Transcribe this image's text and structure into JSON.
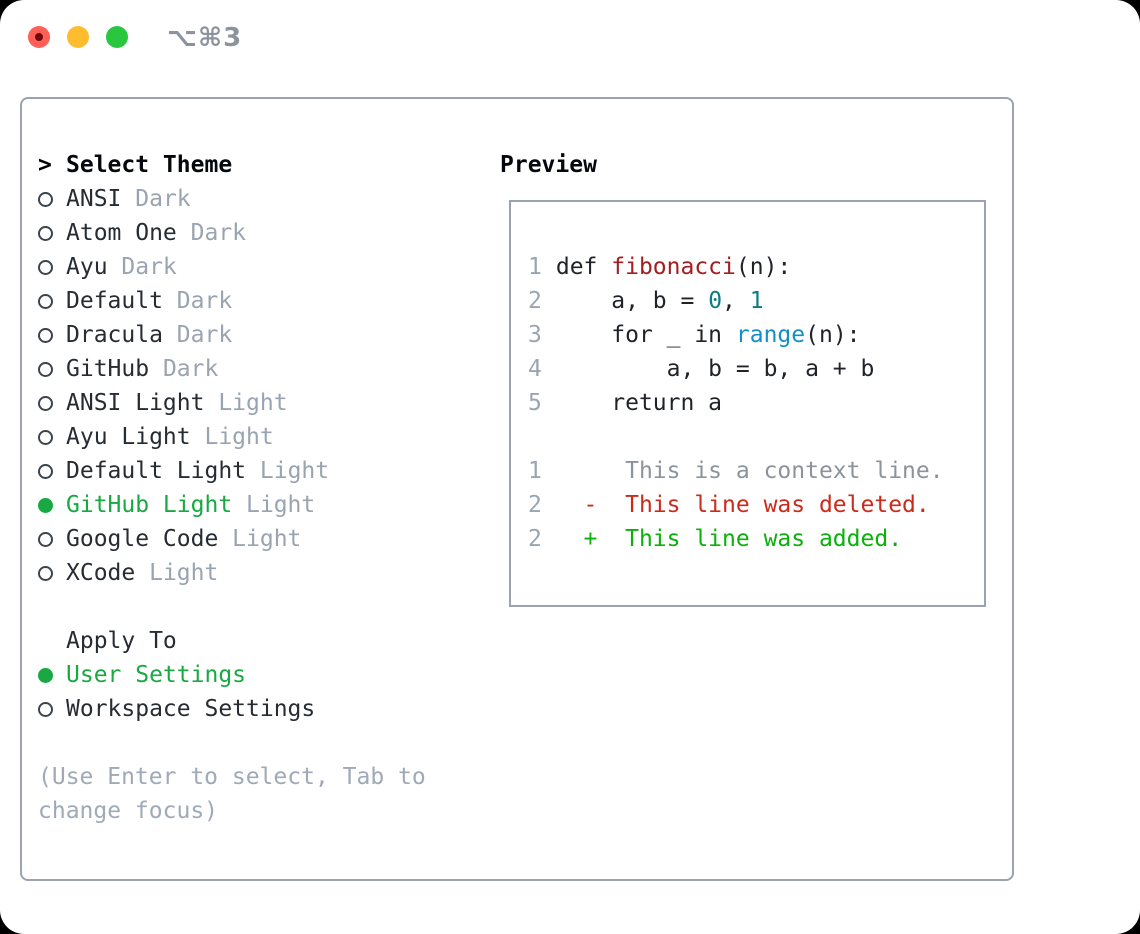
{
  "window": {
    "shortcut_label": "⌥⌘3"
  },
  "colors": {
    "tl-red": "#ff5f57",
    "tl-yellow": "#febc2e",
    "tl-green": "#28c73f",
    "accent-green": "#1aa843",
    "func-red": "#a11e21",
    "num-teal": "#0f7b81",
    "call-blue": "#128fc7",
    "diff-red": "#cb2b1a",
    "diff-green": "#0cb00c"
  },
  "theme_picker": {
    "prompt": ">",
    "title": "Select Theme",
    "items": [
      {
        "name": "ANSI",
        "variant": "Dark",
        "selected": false
      },
      {
        "name": "Atom One",
        "variant": "Dark",
        "selected": false
      },
      {
        "name": "Ayu",
        "variant": "Dark",
        "selected": false
      },
      {
        "name": "Default",
        "variant": "Dark",
        "selected": false
      },
      {
        "name": "Dracula",
        "variant": "Dark",
        "selected": false
      },
      {
        "name": "GitHub",
        "variant": "Dark",
        "selected": false
      },
      {
        "name": "ANSI Light",
        "variant": "Light",
        "selected": false
      },
      {
        "name": "Ayu Light",
        "variant": "Light",
        "selected": false
      },
      {
        "name": "Default Light",
        "variant": "Light",
        "selected": false
      },
      {
        "name": "GitHub Light",
        "variant": "Light",
        "selected": true
      },
      {
        "name": "Google Code",
        "variant": "Light",
        "selected": false
      },
      {
        "name": "XCode",
        "variant": "Light",
        "selected": false
      }
    ]
  },
  "apply_to": {
    "title": "Apply To",
    "options": [
      {
        "label": "User Settings",
        "selected": true
      },
      {
        "label": "Workspace Settings",
        "selected": false
      }
    ]
  },
  "help_text": "(Use Enter to select, Tab to change focus)",
  "preview": {
    "title": "Preview",
    "lines": [
      {
        "num": "1",
        "tokens": [
          {
            "text": "def ",
            "color": "default"
          },
          {
            "text": "fibonacci",
            "color": "function"
          },
          {
            "text": "(n):",
            "color": "default"
          }
        ]
      },
      {
        "num": "2",
        "tokens": [
          {
            "text": "    a, b = ",
            "color": "default"
          },
          {
            "text": "0",
            "color": "number"
          },
          {
            "text": ", ",
            "color": "default"
          },
          {
            "text": "1",
            "color": "number"
          }
        ]
      },
      {
        "num": "3",
        "tokens": [
          {
            "text": "    for _ in ",
            "color": "default"
          },
          {
            "text": "range",
            "color": "builtin"
          },
          {
            "text": "(n):",
            "color": "default"
          }
        ]
      },
      {
        "num": "4",
        "tokens": [
          {
            "text": "        a, b = b, a + b",
            "color": "default"
          }
        ]
      },
      {
        "num": "5",
        "tokens": [
          {
            "text": "    return a",
            "color": "default"
          }
        ]
      },
      {
        "blank": true
      },
      {
        "num": "1",
        "tokens": [
          {
            "text": "     This is a context line.",
            "color": "context"
          }
        ]
      },
      {
        "num": "2",
        "tokens": [
          {
            "text": "  -  This line was deleted.",
            "color": "deleted"
          }
        ]
      },
      {
        "num": "2",
        "tokens": [
          {
            "text": "  +  This line was added.",
            "color": "added"
          }
        ]
      }
    ]
  }
}
